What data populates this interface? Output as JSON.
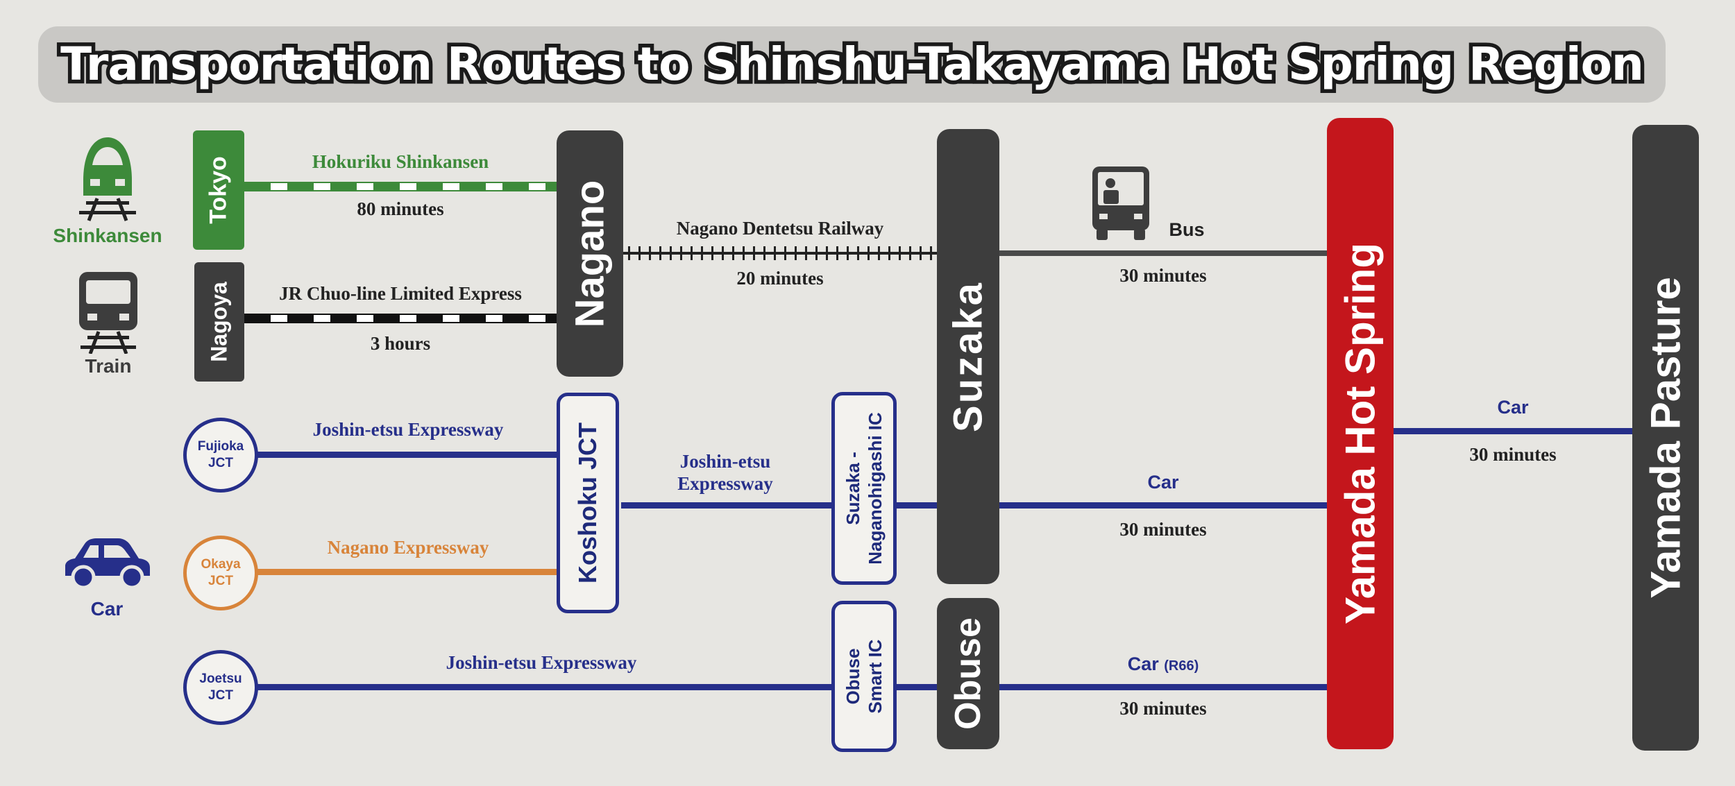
{
  "title": "Transportation Routes to Shinshu-Takayama Hot Spring Region",
  "colors": {
    "shinkansen": "#3d8a3a",
    "expressway": "#262f8a",
    "nagano_expressway": "#d8843a",
    "station": "#3d3d3d",
    "destination": "#c4161c"
  },
  "icons": {
    "shinkansen": "shinkansen-train-icon",
    "train": "train-icon",
    "car": "car-icon",
    "bus": "bus-icon"
  },
  "mode_labels": {
    "shinkansen": "Shinkansen",
    "train": "Train",
    "car": "Car"
  },
  "stations": {
    "tokyo": "Tokyo",
    "nagoya": "Nagoya",
    "nagano": "Nagano",
    "suzaka": "Suzaka",
    "obuse": "Obuse",
    "yamada_hot_spring": "Yamada Hot Spring",
    "yamada_pasture": "Yamada Pasture"
  },
  "interchanges": {
    "koshoku_jct": "Koshoku JCT",
    "suzaka_ic_line1": "Suzaka -",
    "suzaka_ic_line2": "Naganohigashi IC",
    "obuse_ic_line1": "Obuse",
    "obuse_ic_line2": "Smart IC",
    "fujioka_line1": "Fujioka",
    "fujioka_line2": "JCT",
    "okaya_line1": "Okaya",
    "okaya_line2": "JCT",
    "joetsu_line1": "Joetsu",
    "joetsu_line2": "JCT"
  },
  "routes": {
    "hokuriku_name": "Hokuriku Shinkansen",
    "hokuriku_time": "80 minutes",
    "jr_chuo_name": "JR Chuo-line Limited Express",
    "jr_chuo_time": "3 hours",
    "dentetsu_name": "Nagano Dentetsu Railway",
    "dentetsu_time": "20 minutes",
    "bus_name": "Bus",
    "bus_time": "30 minutes",
    "joshinetsu_fujioka": "Joshin-etsu Expressway",
    "nagano_expressway": "Nagano Expressway",
    "joshinetsu_mid_line1": "Joshin-etsu",
    "joshinetsu_mid_line2": "Expressway",
    "car_suzaka": "Car",
    "car_suzaka_time": "30 minutes",
    "joshinetsu_joetsu": "Joshin-etsu Expressway",
    "car_obuse": "Car",
    "car_obuse_note": "(R66)",
    "car_obuse_time": "30 minutes",
    "car_pasture": "Car",
    "car_pasture_time": "30 minutes"
  }
}
